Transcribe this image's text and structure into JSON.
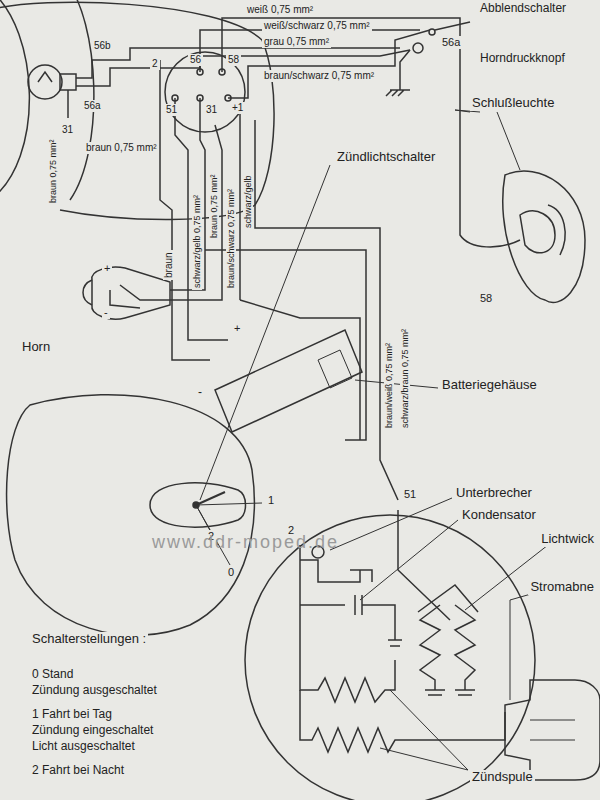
{
  "diagram": {
    "labels": [
      "weiß 0,75 mm²",
      "weiß/schwarz 0,75 mm²",
      "grau 0,75 mm²",
      "braun/schwarz 0,75 mm²",
      "56a",
      "Abblendschalter",
      "Horndruckknopf",
      "56b",
      "56a",
      "31",
      "braun 0,75 mm²",
      "braun 0,75 mm²",
      "2",
      "56",
      "58",
      "51",
      "31",
      "+1",
      "Zündlichtschalter",
      "Schlußleuchte",
      "58",
      "braun",
      "schwarz/gelb 0,75 mm²",
      "braun 0,75 mm²",
      "braun/schwarz 0,75 mm²",
      "schwarz/gelb",
      "+",
      "-",
      "Horn",
      "+",
      "-",
      "Batteriegehäuse",
      "braun/weiß 0,75 mm²",
      "schwarz/braun 0,75 mm²",
      "2",
      "1",
      "0",
      "51",
      "2",
      "Unterbrecher",
      "Kondensator",
      "Lichtwick",
      "Stromabne",
      "Zündspule",
      "Schalterstellungen :",
      "0 Stand",
      "Zündung ausgeschaltet",
      "1 Fahrt bei Tag",
      "Zündung eingeschaltet",
      "Licht ausgeschaltet",
      "2 Fahrt bei Nacht",
      "www.ddr-moped.de"
    ]
  }
}
